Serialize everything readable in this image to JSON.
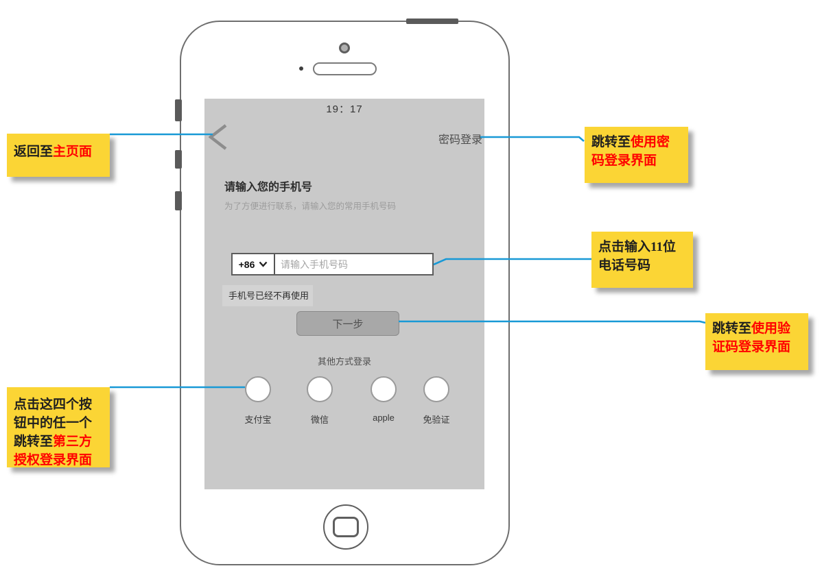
{
  "colors": {
    "annotation_bg": "#fbd535",
    "annotation_red_text": "#ff0000",
    "connector_blue": "#1899d6",
    "screen_bg": "#c9c9c9",
    "next_button_bg": "#a8a8a8"
  },
  "phone": {
    "status_time": "19：17",
    "nav": {
      "password_login_label": "密码登录"
    },
    "form": {
      "heading": "请输入您的手机号",
      "subheading": "为了方便进行联系，请输入您的常用手机号码",
      "country_code": "+86",
      "phone_placeholder": "请输入手机号码",
      "notice_text": "手机号已经不再使用",
      "next_button_label": "下一步"
    },
    "other_login": {
      "title": "其他方式登录",
      "options": [
        {
          "label": "支付宝"
        },
        {
          "label": "微信"
        },
        {
          "label": "apple"
        },
        {
          "label": "免验证"
        }
      ]
    }
  },
  "annotations": {
    "back": {
      "black": "返回至",
      "red": "主页面"
    },
    "password_login": {
      "black": "跳转至",
      "red": "使用密码登录界面"
    },
    "phone_input": {
      "black": "点击输入11位电话号码",
      "red": ""
    },
    "next_step": {
      "black": "跳转至",
      "red": "使用验证码登录界面"
    },
    "third_party": {
      "black": "点击这四个按钮中的任一个跳转至",
      "red": "第三方授权登录界面"
    }
  }
}
